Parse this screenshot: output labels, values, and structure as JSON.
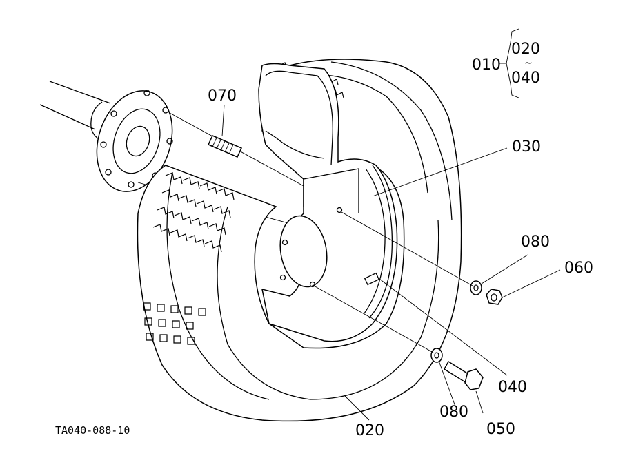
{
  "drawing_code": "TA040-088-10",
  "assembly": {
    "label": "010",
    "range_from": "020",
    "range_sep": "~",
    "range_to": "040"
  },
  "callouts": [
    {
      "id": "070",
      "label": "070",
      "part": "stud"
    },
    {
      "id": "030",
      "label": "030",
      "part": "wheel-rim"
    },
    {
      "id": "080a",
      "label": "080",
      "part": "washer"
    },
    {
      "id": "060",
      "label": "060",
      "part": "nut"
    },
    {
      "id": "040",
      "label": "040",
      "part": "valve"
    },
    {
      "id": "080b",
      "label": "080",
      "part": "washer"
    },
    {
      "id": "050",
      "label": "050",
      "part": "bolt"
    },
    {
      "id": "020",
      "label": "020",
      "part": "tire"
    }
  ]
}
